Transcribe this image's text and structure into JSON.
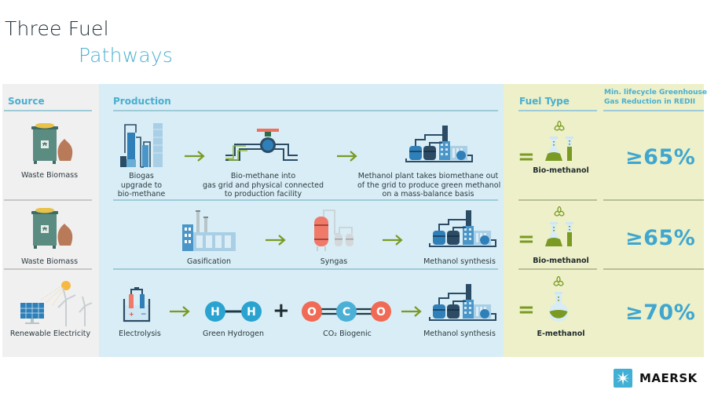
{
  "title": {
    "line1": "Three Fuel",
    "line2": "Pathways"
  },
  "headers": {
    "source": "Source",
    "production": "Production",
    "fuel_type": "Fuel Type",
    "reduction_line1": "Min. lifecycle Greenhouse",
    "reduction_line2": "Gas Reduction in REDII"
  },
  "colors": {
    "accent_blue": "#4aaed0",
    "arrow_green": "#7a9a24",
    "source_bg": "#f0f0f0",
    "production_bg": "#d8edf5",
    "fuel_bg": "#edf0c8"
  },
  "pathways": [
    {
      "source": {
        "label": "Waste Biomass",
        "icon": "waste-bin-icon"
      },
      "steps": [
        {
          "icon": "biogas-upgrade-icon",
          "lines": [
            "Biogas",
            "upgrade  to",
            "bio-methane"
          ]
        },
        {
          "icon": "gas-grid-valve-icon",
          "lines": [
            "Bio-methane  into",
            "gas grid and physical  connected",
            "to production  facility"
          ]
        },
        {
          "icon": "methanol-plant-icon",
          "lines": [
            "Methanol  plant takes biomethane  out",
            "of the grid to produce  green methanol",
            "on a mass-balance  basis"
          ]
        }
      ],
      "fuel": {
        "label": "Bio-methanol",
        "icon": "flask-tube-icon"
      },
      "reduction": "≥65%"
    },
    {
      "source": {
        "label": "Waste Biomass",
        "icon": "waste-bin-icon"
      },
      "steps": [
        {
          "icon": "factory-icon",
          "lines": [
            "Gasification"
          ]
        },
        {
          "icon": "syngas-tanks-icon",
          "lines": [
            "Syngas"
          ]
        },
        {
          "icon": "methanol-plant-icon",
          "lines": [
            "Methanol  synthesis"
          ]
        }
      ],
      "fuel": {
        "label": "Bio-methanol",
        "icon": "flask-tube-icon"
      },
      "reduction": "≥65%"
    },
    {
      "source": {
        "label": "Renewable Electricity",
        "icon": "solar-wind-icon"
      },
      "steps": [
        {
          "icon": "electrolysis-icon",
          "lines": [
            "Electrolysis"
          ]
        },
        {
          "icon": "hydrogen-molecule-icon",
          "lines": [
            "Green Hydrogen"
          ],
          "atoms": [
            "H",
            "H"
          ]
        },
        {
          "icon": "co2-molecule-icon",
          "lines": [
            "CO₂ Biogenic"
          ],
          "atoms": [
            "O",
            "C",
            "O"
          ]
        },
        {
          "icon": "methanol-plant-icon",
          "lines": [
            "Methanol  synthesis"
          ]
        }
      ],
      "operators": {
        "eq": "=",
        "plus": "+"
      },
      "fuel": {
        "label": "E-methanol",
        "icon": "round-flask-icon"
      },
      "reduction": "≥70%"
    }
  ],
  "symbols": {
    "equals": "=",
    "plus": "+"
  },
  "brand": {
    "name": "MAERSK",
    "icon": "maersk-star-icon"
  }
}
